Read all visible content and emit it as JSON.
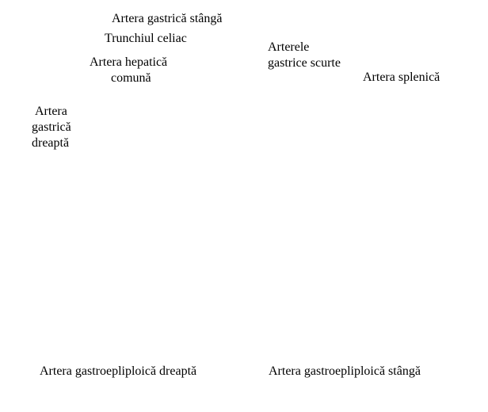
{
  "labels": {
    "left_gastric": "Artera gastrică stângă",
    "celiac_trunk": "Trunchiul celiac",
    "common_hepatic": [
      "Artera hepatică",
      "comună"
    ],
    "short_gastric": [
      "Arterele",
      "gastrice scurte"
    ],
    "splenic": "Artera splenică",
    "right_gastric": [
      "Artera",
      "gastrică",
      "dreaptă"
    ],
    "right_gastroepiploic": "Artera gastroepliploică dreaptă",
    "left_gastroepiploic": "Artera gastroepliploică stângă"
  }
}
